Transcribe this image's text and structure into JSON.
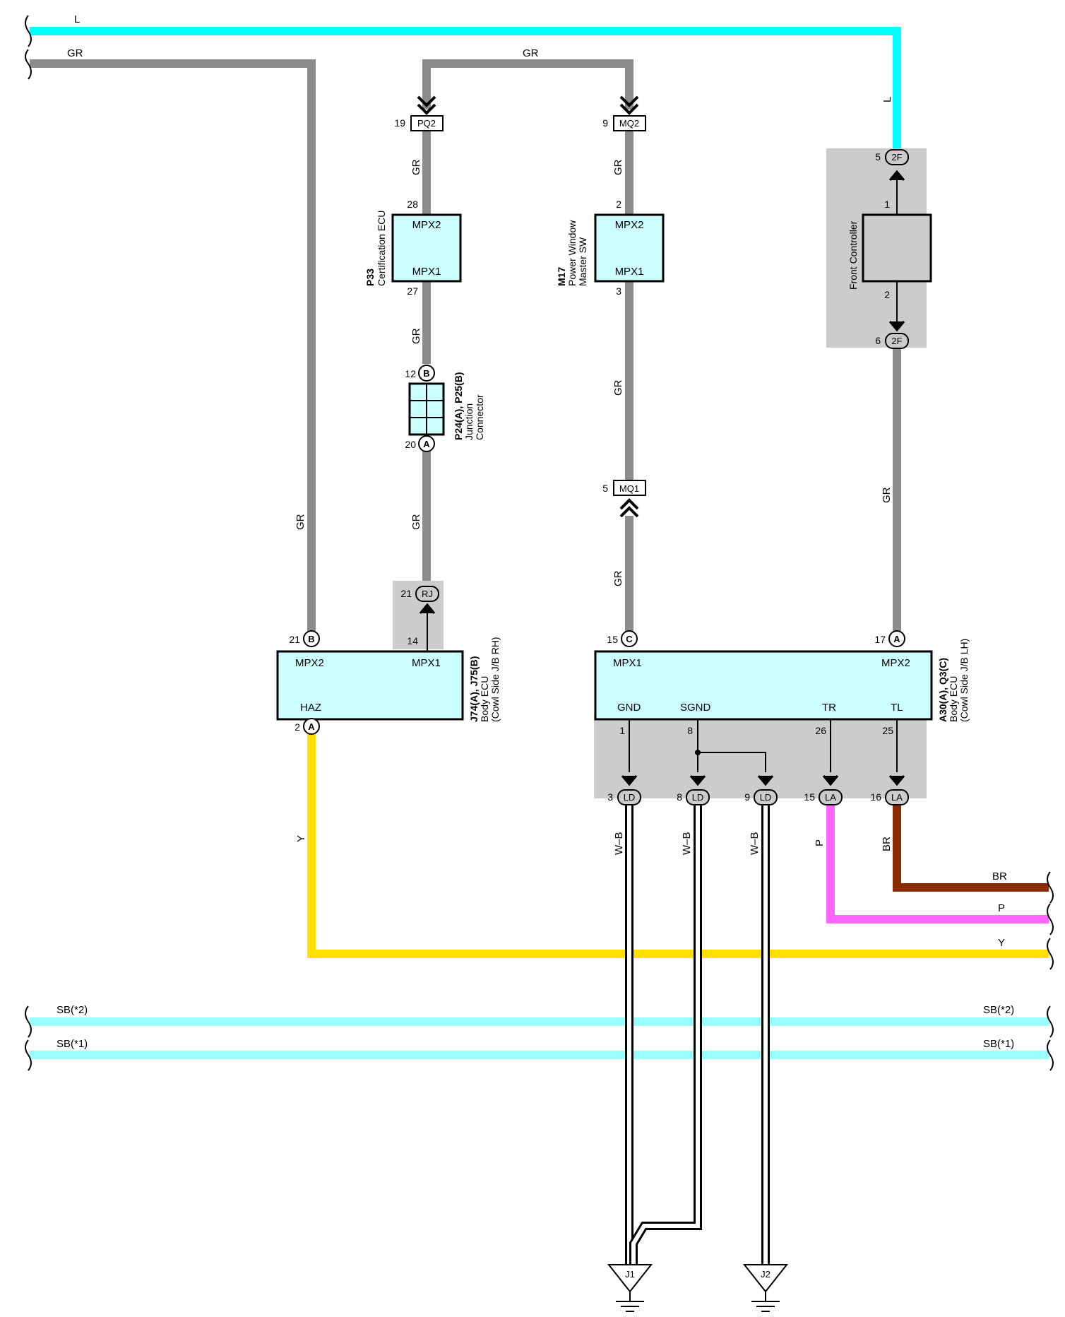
{
  "colors": {
    "L": "#00ffff",
    "GR": "#8c8c8c",
    "Y": "#ffe000",
    "P": "#ff66ff",
    "BR": "#8b2c00",
    "SB": "#99ffff",
    "WB": "#ffffff",
    "box_fill": "#ccffff",
    "shade": "#cccccc"
  },
  "wire_labels": {
    "L": "L",
    "GR": "GR",
    "Y": "Y",
    "P": "P",
    "BR": "BR",
    "WB": "W–B",
    "SB2": "SB(*2)",
    "SB1": "SB(*1)"
  },
  "components": {
    "cert_ecu": {
      "id": "P33",
      "name": "Certification ECU",
      "pin_top_label": "MPX2",
      "pin_bottom_label": "MPX1",
      "pin_top": "28",
      "pin_bottom": "27"
    },
    "pw_master": {
      "id": "M17",
      "name_line1": "Power Window",
      "name_line2": "Master SW",
      "pin_top_label": "MPX2",
      "pin_bottom_label": "MPX1",
      "pin_top": "2",
      "pin_bottom": "3"
    },
    "front_controller": {
      "name": "Front Controller",
      "pin_top": "1",
      "pin_bottom": "2"
    },
    "junction": {
      "id": "P24(A), P25(B)",
      "name_line1": "Junction",
      "name_line2": "Connector",
      "pin_top": "12",
      "pin_top_conn": "B",
      "pin_bottom": "20",
      "pin_bottom_conn": "A"
    },
    "body_ecu_rh": {
      "id": "J74(A), J75(B)",
      "name_line1": "Body ECU",
      "name_line2": "(Cowl Side J/B RH)",
      "mpx2": "MPX2",
      "mpx1": "MPX1",
      "haz": "HAZ",
      "pin_mpx2": "21",
      "pin_mpx2_conn": "B",
      "pin_haz": "2",
      "pin_haz_conn": "A",
      "pin_mpx1_inner": "14"
    },
    "body_ecu_lh": {
      "id": "A30(A), Q3(C)",
      "name_line1": "Body ECU",
      "name_line2": "(Cowl Side J/B LH)",
      "mpx1": "MPX1",
      "mpx2": "MPX2",
      "gnd": "GND",
      "sgnd": "SGND",
      "tr": "TR",
      "tl": "TL",
      "pin_mpx1": "15",
      "pin_mpx1_conn": "C",
      "pin_mpx2": "17",
      "pin_mpx2_conn": "A",
      "pin_gnd": "1",
      "pin_sgnd": "8",
      "pin_tr": "26",
      "pin_tl": "25"
    }
  },
  "connectors": {
    "pq2": {
      "name": "PQ2",
      "pin": "19"
    },
    "mq2": {
      "name": "MQ2",
      "pin": "9"
    },
    "mq1": {
      "name": "MQ1",
      "pin": "5"
    },
    "rj": {
      "name": "RJ",
      "pin": "21"
    },
    "f2f_top": {
      "name": "2F",
      "pin": "5"
    },
    "f2f_bot": {
      "name": "2F",
      "pin": "6"
    },
    "ld3": {
      "name": "LD",
      "pin": "3"
    },
    "ld8": {
      "name": "LD",
      "pin": "8"
    },
    "ld9": {
      "name": "LD",
      "pin": "9"
    },
    "la15": {
      "name": "LA",
      "pin": "15"
    },
    "la16": {
      "name": "LA",
      "pin": "16"
    }
  },
  "grounds": {
    "j1": "J1",
    "j2": "J2"
  }
}
